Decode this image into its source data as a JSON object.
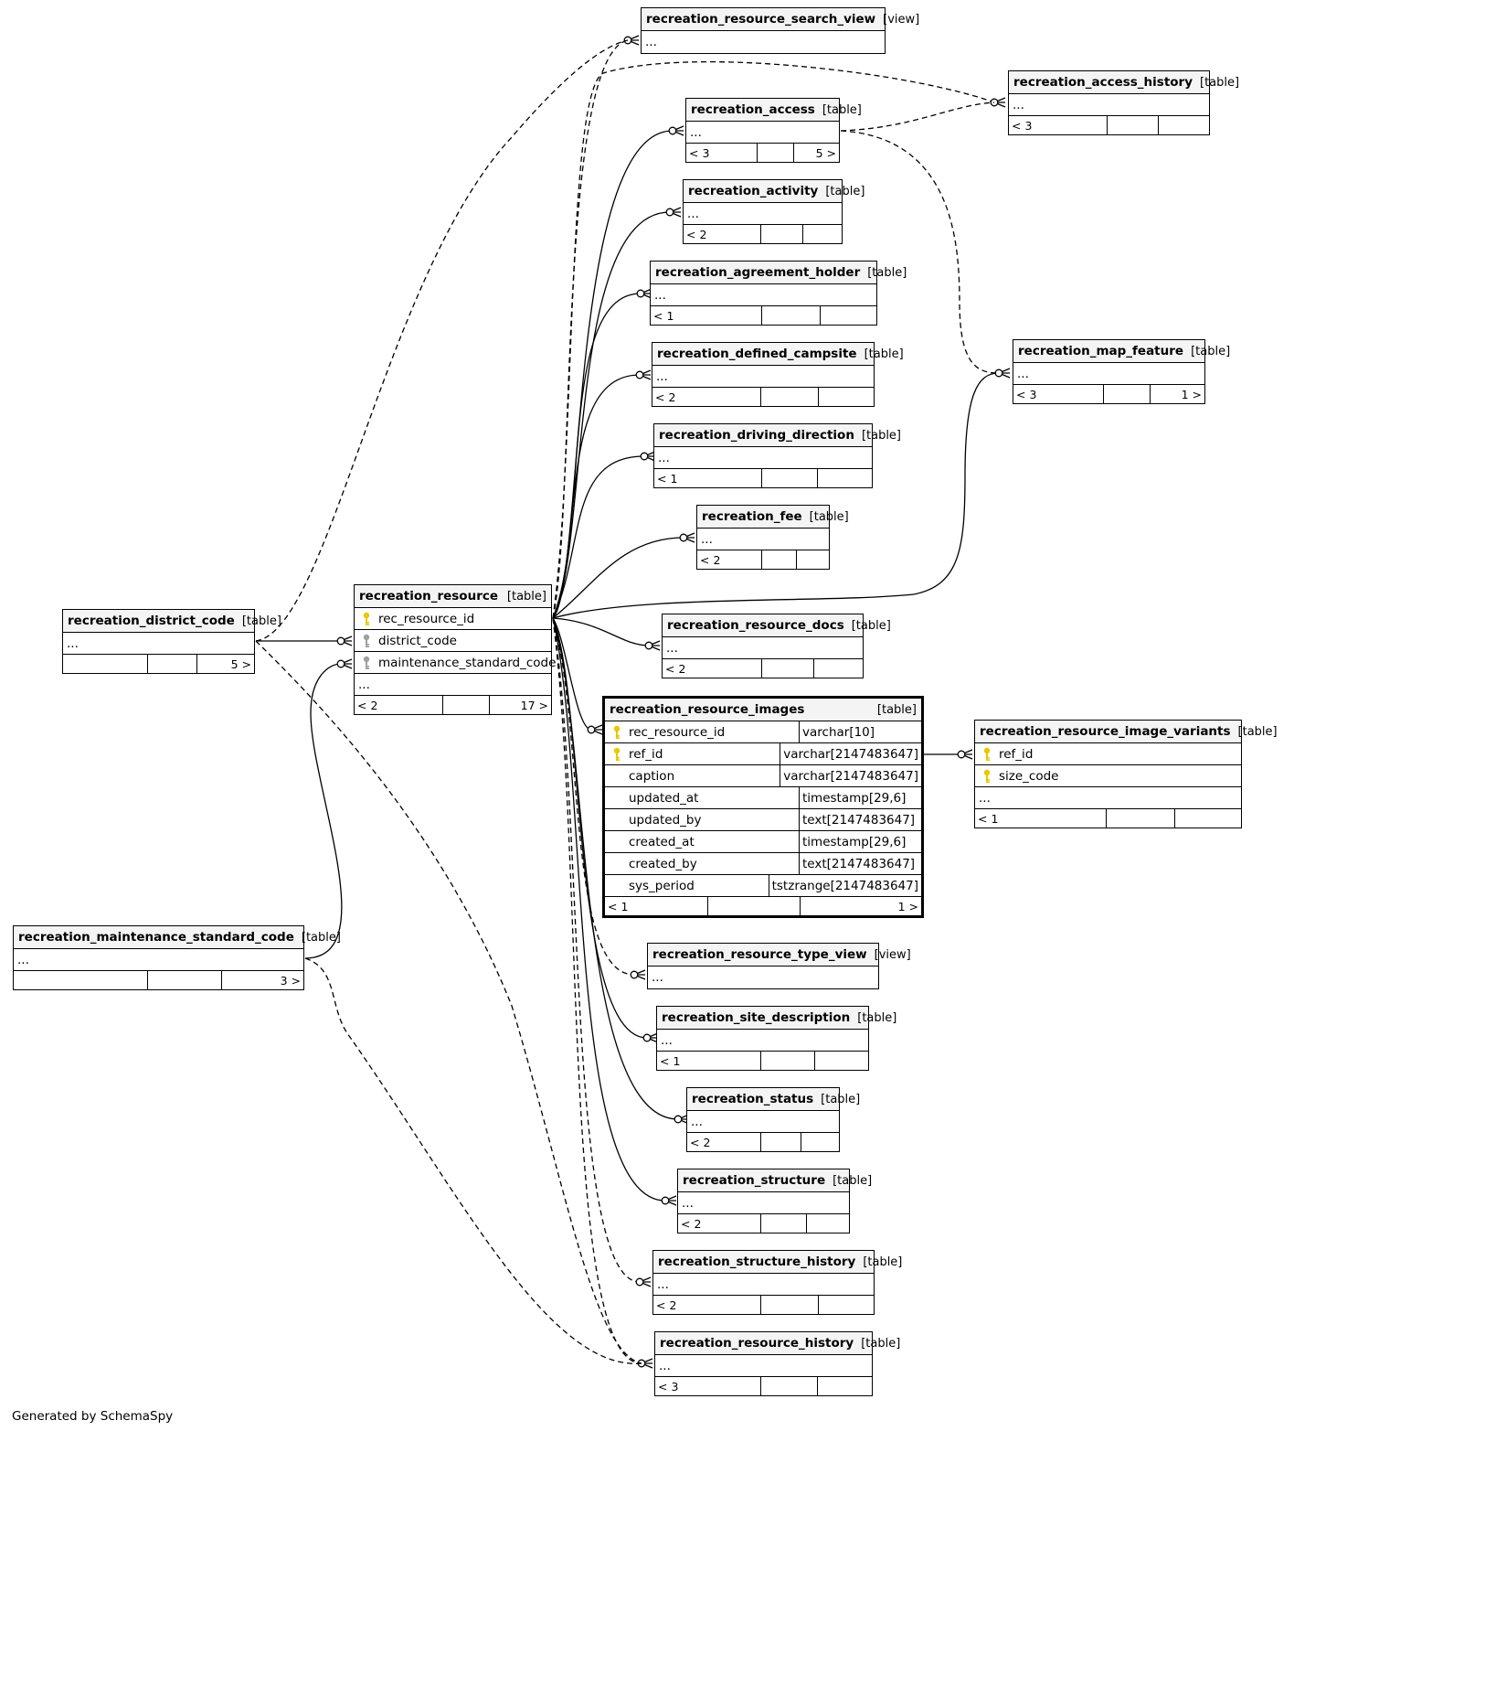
{
  "footer": {
    "generated_by": "Generated by SchemaSpy"
  },
  "colors": {
    "border": "#000000",
    "header_bg": "#f4f4f4",
    "key_primary": "#e8c800",
    "key_foreign": "#a0a0a0"
  },
  "tables": [
    {
      "id": "search_view",
      "name": "recreation_resource_search_view",
      "kind": "[view]",
      "rows": [
        "..."
      ],
      "footer": []
    },
    {
      "id": "access_history",
      "name": "recreation_access_history",
      "kind": "[table]",
      "rows": [
        "..."
      ],
      "footer": [
        "< 3",
        "",
        ""
      ]
    },
    {
      "id": "access",
      "name": "recreation_access",
      "kind": "[table]",
      "rows": [
        "..."
      ],
      "footer": [
        "< 3",
        "",
        "5 >"
      ]
    },
    {
      "id": "activity",
      "name": "recreation_activity",
      "kind": "[table]",
      "rows": [
        "..."
      ],
      "footer": [
        "< 2",
        "",
        ""
      ]
    },
    {
      "id": "agreement_holder",
      "name": "recreation_agreement_holder",
      "kind": "[table]",
      "rows": [
        "..."
      ],
      "footer": [
        "< 1",
        "",
        ""
      ]
    },
    {
      "id": "defined_campsite",
      "name": "recreation_defined_campsite",
      "kind": "[table]",
      "rows": [
        "..."
      ],
      "footer": [
        "< 2",
        "",
        ""
      ]
    },
    {
      "id": "driving_direction",
      "name": "recreation_driving_direction",
      "kind": "[table]",
      "rows": [
        "..."
      ],
      "footer": [
        "< 1",
        "",
        ""
      ]
    },
    {
      "id": "fee",
      "name": "recreation_fee",
      "kind": "[table]",
      "rows": [
        "..."
      ],
      "footer": [
        "< 2",
        "",
        ""
      ]
    },
    {
      "id": "map_feature",
      "name": "recreation_map_feature",
      "kind": "[table]",
      "rows": [
        "..."
      ],
      "footer": [
        "< 3",
        "",
        "1 >"
      ]
    },
    {
      "id": "district_code",
      "name": "recreation_district_code",
      "kind": "[table]",
      "rows": [
        "..."
      ],
      "footer": [
        "",
        "",
        "5 >"
      ]
    },
    {
      "id": "resource",
      "name": "recreation_resource",
      "kind": "[table]",
      "rows": [
        {
          "name": "rec_resource_id",
          "key": "primary"
        },
        {
          "name": "district_code",
          "key": "foreign"
        },
        {
          "name": "maintenance_standard_code",
          "key": "foreign"
        },
        "..."
      ],
      "footer": [
        "< 2",
        "",
        "17 >"
      ]
    },
    {
      "id": "resource_docs",
      "name": "recreation_resource_docs",
      "kind": "[table]",
      "rows": [
        "..."
      ],
      "footer": [
        "< 2",
        "",
        ""
      ]
    },
    {
      "id": "resource_images",
      "name": "recreation_resource_images",
      "kind": "[table]",
      "focus": true,
      "rows": [
        {
          "name": "rec_resource_id",
          "type": "varchar[10]",
          "key": "primary"
        },
        {
          "name": "ref_id",
          "type": "varchar[2147483647]",
          "key": "primary"
        },
        {
          "name": "caption",
          "type": "varchar[2147483647]"
        },
        {
          "name": "updated_at",
          "type": "timestamp[29,6]"
        },
        {
          "name": "updated_by",
          "type": "text[2147483647]"
        },
        {
          "name": "created_at",
          "type": "timestamp[29,6]"
        },
        {
          "name": "created_by",
          "type": "text[2147483647]"
        },
        {
          "name": "sys_period",
          "type": "tstzrange[2147483647]"
        }
      ],
      "footer": [
        "< 1",
        "",
        "1 >"
      ]
    },
    {
      "id": "image_variants",
      "name": "recreation_resource_image_variants",
      "kind": "[table]",
      "rows": [
        {
          "name": "ref_id",
          "key": "primary"
        },
        {
          "name": "size_code",
          "key": "primary"
        },
        "..."
      ],
      "footer": [
        "< 1",
        "",
        ""
      ]
    },
    {
      "id": "maint_std_code",
      "name": "recreation_maintenance_standard_code",
      "kind": "[table]",
      "rows": [
        "..."
      ],
      "footer": [
        "",
        "",
        "3 >"
      ]
    },
    {
      "id": "type_view",
      "name": "recreation_resource_type_view",
      "kind": "[view]",
      "rows": [
        "..."
      ],
      "footer": []
    },
    {
      "id": "site_description",
      "name": "recreation_site_description",
      "kind": "[table]",
      "rows": [
        "..."
      ],
      "footer": [
        "< 1",
        "",
        ""
      ]
    },
    {
      "id": "status",
      "name": "recreation_status",
      "kind": "[table]",
      "rows": [
        "..."
      ],
      "footer": [
        "< 2",
        "",
        ""
      ]
    },
    {
      "id": "structure",
      "name": "recreation_structure",
      "kind": "[table]",
      "rows": [
        "..."
      ],
      "footer": [
        "< 2",
        "",
        ""
      ]
    },
    {
      "id": "structure_history",
      "name": "recreation_structure_history",
      "kind": "[table]",
      "rows": [
        "..."
      ],
      "footer": [
        "< 2",
        "",
        ""
      ]
    },
    {
      "id": "resource_history",
      "name": "recreation_resource_history",
      "kind": "[table]",
      "rows": [
        "..."
      ],
      "footer": [
        "< 3",
        "",
        ""
      ]
    }
  ],
  "relationships": [
    {
      "from": "resource",
      "to": "access",
      "style": "solid"
    },
    {
      "from": "resource",
      "to": "activity",
      "style": "solid"
    },
    {
      "from": "resource",
      "to": "agreement_holder",
      "style": "solid"
    },
    {
      "from": "resource",
      "to": "defined_campsite",
      "style": "solid"
    },
    {
      "from": "resource",
      "to": "driving_direction",
      "style": "solid"
    },
    {
      "from": "resource",
      "to": "fee",
      "style": "solid"
    },
    {
      "from": "resource",
      "to": "map_feature",
      "style": "solid"
    },
    {
      "from": "resource",
      "to": "resource_docs",
      "style": "solid"
    },
    {
      "from": "resource",
      "to": "resource_images",
      "style": "solid"
    },
    {
      "from": "resource",
      "to": "site_description",
      "style": "solid"
    },
    {
      "from": "resource",
      "to": "status",
      "style": "solid"
    },
    {
      "from": "resource",
      "to": "structure",
      "style": "solid"
    },
    {
      "from": "resource",
      "to": "search_view",
      "style": "dashed"
    },
    {
      "from": "resource",
      "to": "type_view",
      "style": "dashed"
    },
    {
      "from": "resource",
      "to": "structure_history",
      "style": "dashed"
    },
    {
      "from": "resource",
      "to": "resource_history",
      "style": "dashed"
    },
    {
      "from": "resource",
      "to": "access_history",
      "style": "dashed"
    },
    {
      "from": "district_code",
      "to": "resource",
      "style": "solid"
    },
    {
      "from": "district_code",
      "to": "search_view",
      "style": "dashed"
    },
    {
      "from": "district_code",
      "to": "resource_history",
      "style": "dashed"
    },
    {
      "from": "maint_std_code",
      "to": "resource",
      "style": "solid"
    },
    {
      "from": "maint_std_code",
      "to": "resource_history",
      "style": "dashed"
    },
    {
      "from": "access",
      "to": "access_history",
      "style": "dashed"
    },
    {
      "from": "access",
      "to": "map_feature",
      "style": "dashed"
    },
    {
      "from": "resource_images",
      "to": "image_variants",
      "style": "solid"
    }
  ]
}
